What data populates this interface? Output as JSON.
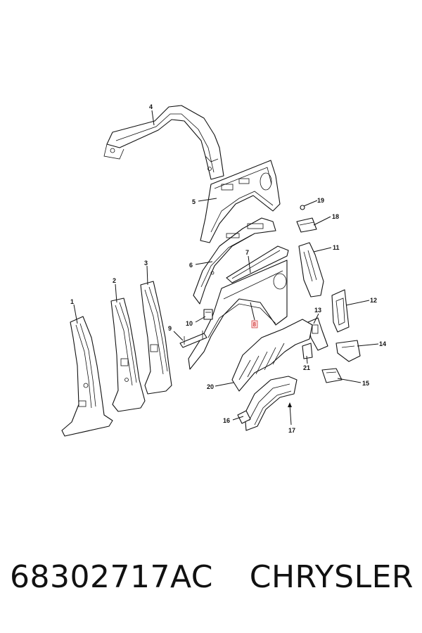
{
  "callouts": {
    "c1": "1",
    "c2": "2",
    "c3": "3",
    "c4": "4",
    "c5": "5",
    "c6": "6",
    "c7": "7",
    "c8": "8",
    "c9": "9",
    "c10": "10",
    "c11": "11",
    "c12": "12",
    "c13": "13",
    "c14": "14",
    "c15": "15",
    "c16": "16",
    "c17": "17",
    "c18": "18",
    "c19": "19",
    "c20": "20",
    "c21": "21"
  },
  "highlighted_callout": "8",
  "footer": {
    "part_number": "68302717AC",
    "brand": "CHRYSLER"
  }
}
